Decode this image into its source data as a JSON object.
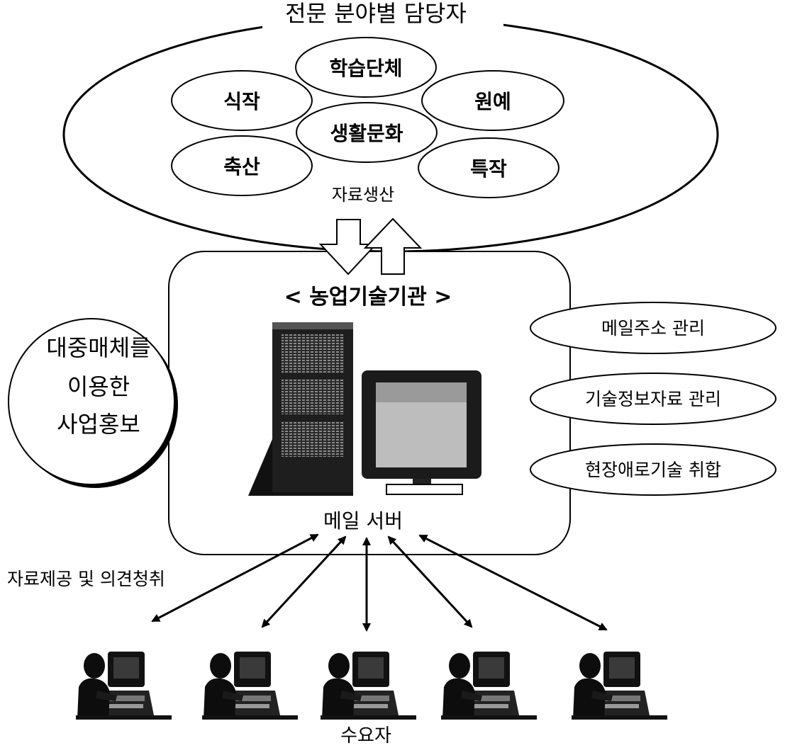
{
  "top_group": {
    "title": "전문 분야별 담당자",
    "fields": [
      "학습단체",
      "식작",
      "원예",
      "생활문화",
      "축산",
      "특작"
    ],
    "caption": "자료생산"
  },
  "institution": {
    "title": "< 농업기술기관 >",
    "server_label": "메일 서버"
  },
  "promotion": {
    "lines": [
      "대중매체를",
      "이용한",
      "사업홍보"
    ]
  },
  "functions": [
    "메일주소 관리",
    "기술정보자료 관리",
    "현장애로기술 취합"
  ],
  "feedback_label": "자료제공 및 의견청취",
  "users": {
    "count": 5,
    "label": "수요자"
  }
}
